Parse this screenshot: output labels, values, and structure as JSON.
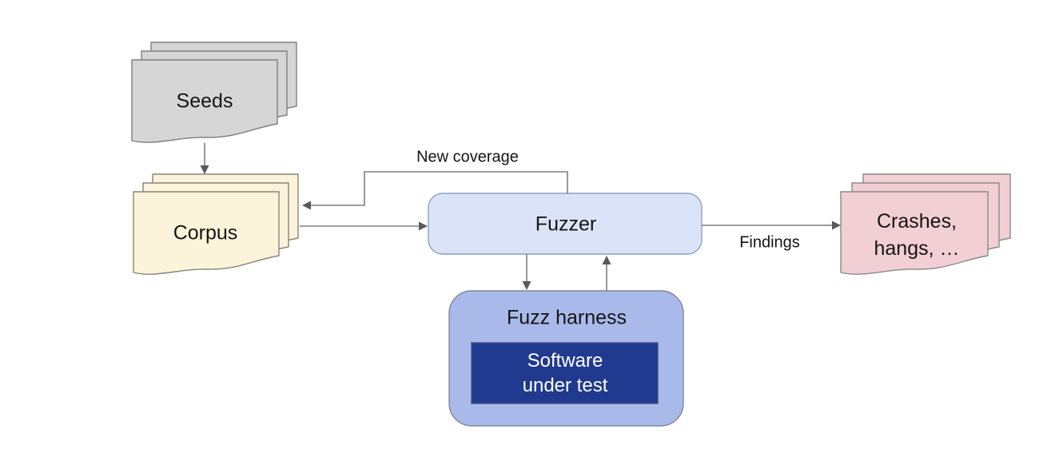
{
  "nodes": {
    "seeds": {
      "label": "Seeds"
    },
    "corpus": {
      "label": "Corpus"
    },
    "fuzzer": {
      "label": "Fuzzer"
    },
    "fuzz_harness": {
      "label": "Fuzz harness"
    },
    "software_under_test": {
      "line1": "Software",
      "line2": "under test"
    },
    "crashes": {
      "line1": "Crashes,",
      "line2": "hangs, …"
    }
  },
  "edges": {
    "seeds_to_corpus": {
      "label": ""
    },
    "new_coverage": {
      "label": "New coverage"
    },
    "corpus_to_fuzzer": {
      "label": ""
    },
    "findings": {
      "label": "Findings"
    },
    "fuzzer_to_harness": {
      "label": ""
    },
    "harness_to_fuzzer": {
      "label": ""
    }
  },
  "colors": {
    "background": "#ffffff",
    "seeds_fill": "#d6d6d6",
    "seeds_stroke": "#7f7f7f",
    "corpus_fill": "#fbf3da",
    "corpus_stroke": "#87867c",
    "fuzzer_fill": "#dbe3f8",
    "fuzzer_stroke": "#8e9fc0",
    "harness_fill": "#a9b9ea",
    "harness_stroke": "#7f8798",
    "sut_fill": "#1f3a8f",
    "sut_stroke": "#46507e",
    "sut_text": "#ffffff",
    "crashes_fill": "#f2ced5",
    "crashes_stroke": "#8a8a8a",
    "connector": "#7f7f7f",
    "arrowhead": "#595959",
    "text": "#141414"
  }
}
